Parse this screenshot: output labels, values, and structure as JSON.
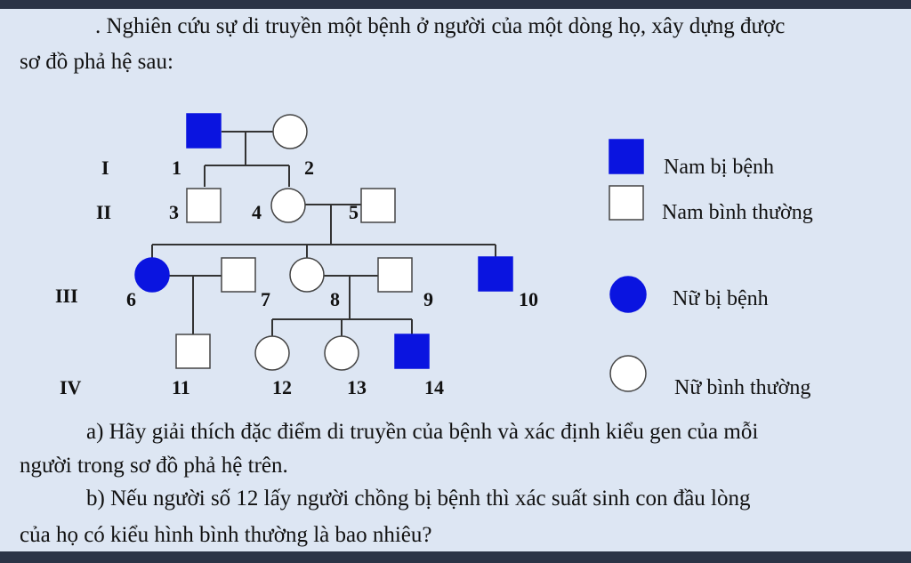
{
  "question": {
    "intro_line1": ". Nghiên cứu sự di truyền một bệnh ở người của một dòng họ, xây dựng được",
    "intro_line2": "sơ đồ phả hệ sau:",
    "part_a_line1": "a) Hãy giải thích đặc điểm di truyền của bệnh và xác định kiểu gen của mỗi",
    "part_a_line2": "người trong sơ đồ phả hệ trên.",
    "part_b_line1": "b) Nếu người số 12 lấy người chồng bị bệnh thì xác suất sinh con đầu lòng",
    "part_b_line2": "của họ có kiểu hình bình thường là bao nhiêu?"
  },
  "pedigree": {
    "generations": [
      "I",
      "II",
      "III",
      "IV"
    ],
    "individuals": [
      {
        "id": "1",
        "sex": "male",
        "affected": true
      },
      {
        "id": "2",
        "sex": "female",
        "affected": false
      },
      {
        "id": "3",
        "sex": "male",
        "affected": false
      },
      {
        "id": "4",
        "sex": "female",
        "affected": false
      },
      {
        "id": "5",
        "sex": "male",
        "affected": false
      },
      {
        "id": "6",
        "sex": "female",
        "affected": true
      },
      {
        "id": "7",
        "sex": "male",
        "affected": false
      },
      {
        "id": "8",
        "sex": "female",
        "affected": false
      },
      {
        "id": "9",
        "sex": "male",
        "affected": false
      },
      {
        "id": "10",
        "sex": "male",
        "affected": true
      },
      {
        "id": "11",
        "sex": "male",
        "affected": false
      },
      {
        "id": "12",
        "sex": "female",
        "affected": false
      },
      {
        "id": "13",
        "sex": "female",
        "affected": false
      },
      {
        "id": "14",
        "sex": "male",
        "affected": true
      }
    ],
    "couples": [
      [
        "1",
        "2"
      ],
      [
        "4",
        "5"
      ],
      [
        "6",
        "7"
      ],
      [
        "8",
        "9"
      ]
    ],
    "children": {
      "1-2": [
        "3",
        "4"
      ],
      "4-5": [
        "6",
        "8",
        "10"
      ],
      "6-7": [
        "11"
      ],
      "8-9": [
        "12",
        "13",
        "14"
      ]
    }
  },
  "legend": {
    "affected_male": "Nam bị bệnh",
    "normal_male": "Nam bình thường",
    "affected_female": "Nữ bị bệnh",
    "normal_female": "Nữ bình thường"
  },
  "colors": {
    "affected_fill": "#0a14e0",
    "normal_fill": "#ffffff",
    "line": "#333333",
    "background": "#dde6f3",
    "frame": "#2b3446"
  }
}
